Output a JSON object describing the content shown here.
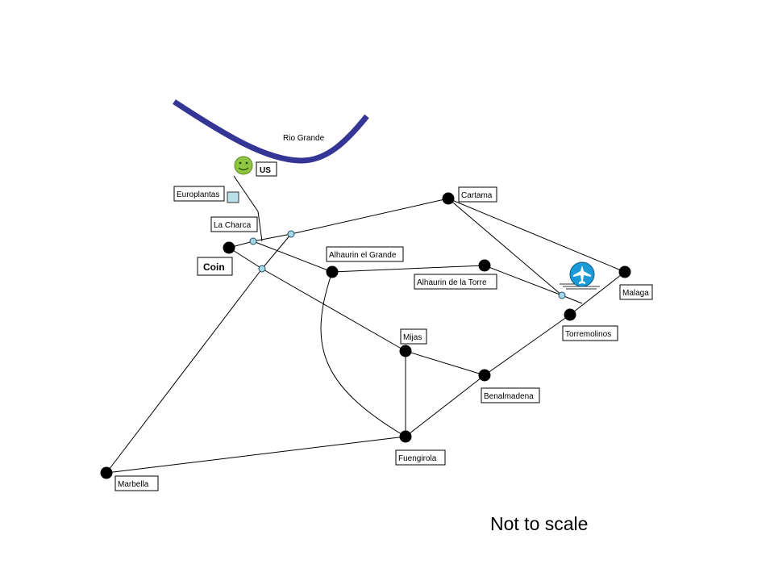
{
  "map": {
    "river_label": "Rio Grande",
    "us_label": "US",
    "europlantas_label": "Europlantas",
    "la_charca_label": "La Charca",
    "note": "Not to scale",
    "towns": {
      "coin": "Coin",
      "cartama": "Cartama",
      "alhaurin_el_grande": "Alhaurin el Grande",
      "alhaurin_de_la_torre": "Alhaurin de la Torre",
      "malaga": "Malaga",
      "torremolinos": "Torremolinos",
      "mijas": "Mijas",
      "benalmadena": "Benalmadena",
      "fuengirola": "Fuengirola",
      "marbella": "Marbella"
    },
    "colors": {
      "river": "#353596",
      "smiley": "#8dc63f",
      "airport": "#1a9ad6",
      "junction": "#a8d8e8"
    },
    "icons": [
      "smiley-face-icon",
      "airport-icon",
      "greenhouse-icon"
    ]
  }
}
